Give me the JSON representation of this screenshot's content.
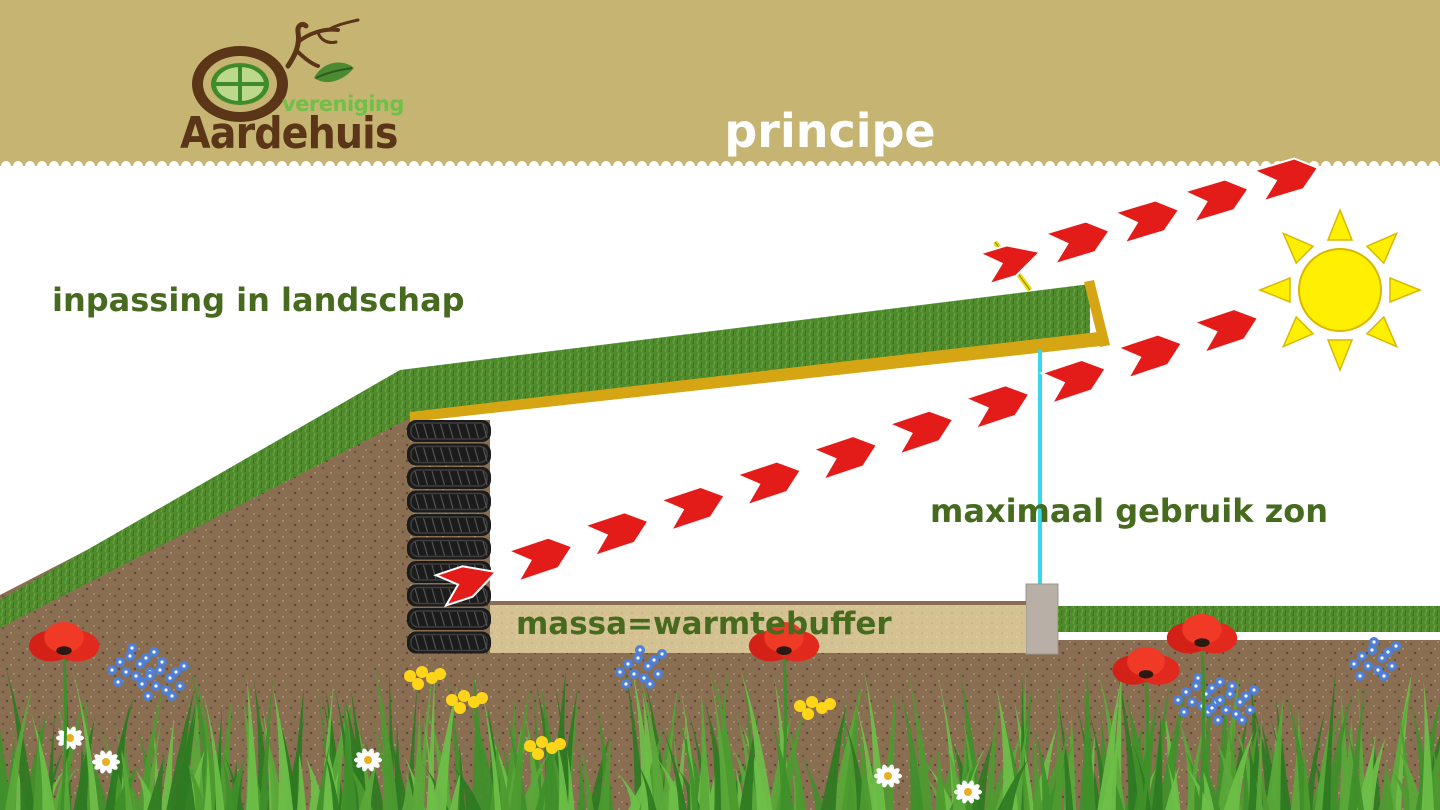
{
  "logo": {
    "small_text": "vereniging",
    "big_text": "Aardehuis"
  },
  "title": "principe",
  "labels": {
    "landschap": "inpassing in landschap",
    "zon": "maximaal gebruik zon",
    "massa": "massa=warmtebuffer"
  },
  "colors": {
    "header_bg": "#c6b572",
    "label_green": "#466a1e",
    "arrow_red": "#e31c19",
    "sun_yellow": "#ffef00",
    "grass": "#4f8a2c",
    "soil": "#8a6e52",
    "roof_beam": "#d6a514",
    "glass": "#37d9e8"
  },
  "icons": [
    "sun-icon",
    "tire-stack",
    "poppy-flower",
    "daisy-flower",
    "cornflower",
    "logo-window-icon",
    "leaf-icon"
  ]
}
